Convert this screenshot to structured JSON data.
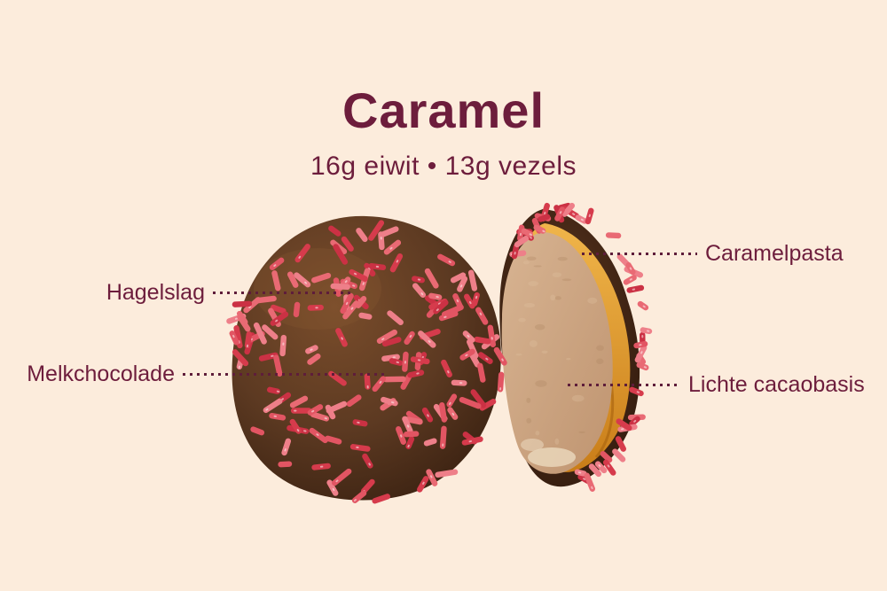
{
  "header": {
    "title": "Caramel",
    "subtitle": "16g eiwit • 13g vezels"
  },
  "labels": [
    {
      "id": "hagelslag",
      "text": "Hagelslag",
      "side": "left"
    },
    {
      "id": "melkchocolade",
      "text": "Melkchocolade",
      "side": "left"
    },
    {
      "id": "caramelpasta",
      "text": "Caramelpasta",
      "side": "right"
    },
    {
      "id": "lichte-cacaobasis",
      "text": "Lichte cacaobasis",
      "side": "right"
    }
  ],
  "illustration": {
    "alt": "Chocolate ball covered in red sprinkles next to a cut half showing a caramel layer and light cocoa base",
    "colors": {
      "ball_highlight": "#7a4d2b",
      "ball_mid": "#5d3a22",
      "ball_edge": "#3a2111",
      "shell_mid": "#5a3620",
      "shell_dark": "#30190c",
      "face_light": "#d8b492",
      "face_dark": "#bf9470",
      "caramel_light": "#f0b54a",
      "caramel_dark": "#c97d18",
      "caramel_streak_dark": "#a96410",
      "caramel_streak_light": "#f6cd7c",
      "crumb": "#e9d6ba",
      "sprinkles": [
        "#e25563",
        "#d63b4c",
        "#ee7f89",
        "#cb3144",
        "#e96a74"
      ],
      "sprinkle_speck": "rgba(255,232,232,0.6)"
    }
  },
  "theme": {
    "background": "#fcecdc",
    "text": "#6d1d3c",
    "leader_dots": "#5e1d3a"
  }
}
